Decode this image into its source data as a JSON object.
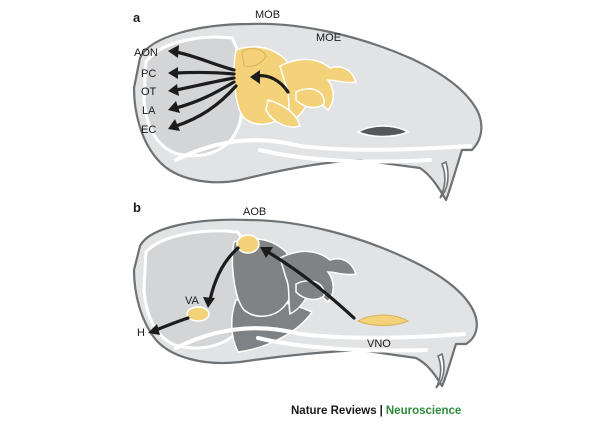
{
  "panel_a": {
    "letter": "a",
    "labels": {
      "mob": "MOB",
      "moe": "MOE",
      "targets": [
        "AON",
        "PC",
        "OT",
        "LA",
        "EC"
      ]
    }
  },
  "panel_b": {
    "letter": "b",
    "labels": {
      "aob": "AOB",
      "va": "VA",
      "h": "H",
      "vno": "VNO"
    }
  },
  "footer": {
    "journal": "Nature Reviews",
    "separator": "|",
    "section": "Neuroscience"
  },
  "colors": {
    "highlight": "#f3d27a",
    "skull": "#e2e3e4",
    "outline": "#6f7274",
    "arrow": "#1c1c1c",
    "section_text": "#2e8b3a"
  }
}
